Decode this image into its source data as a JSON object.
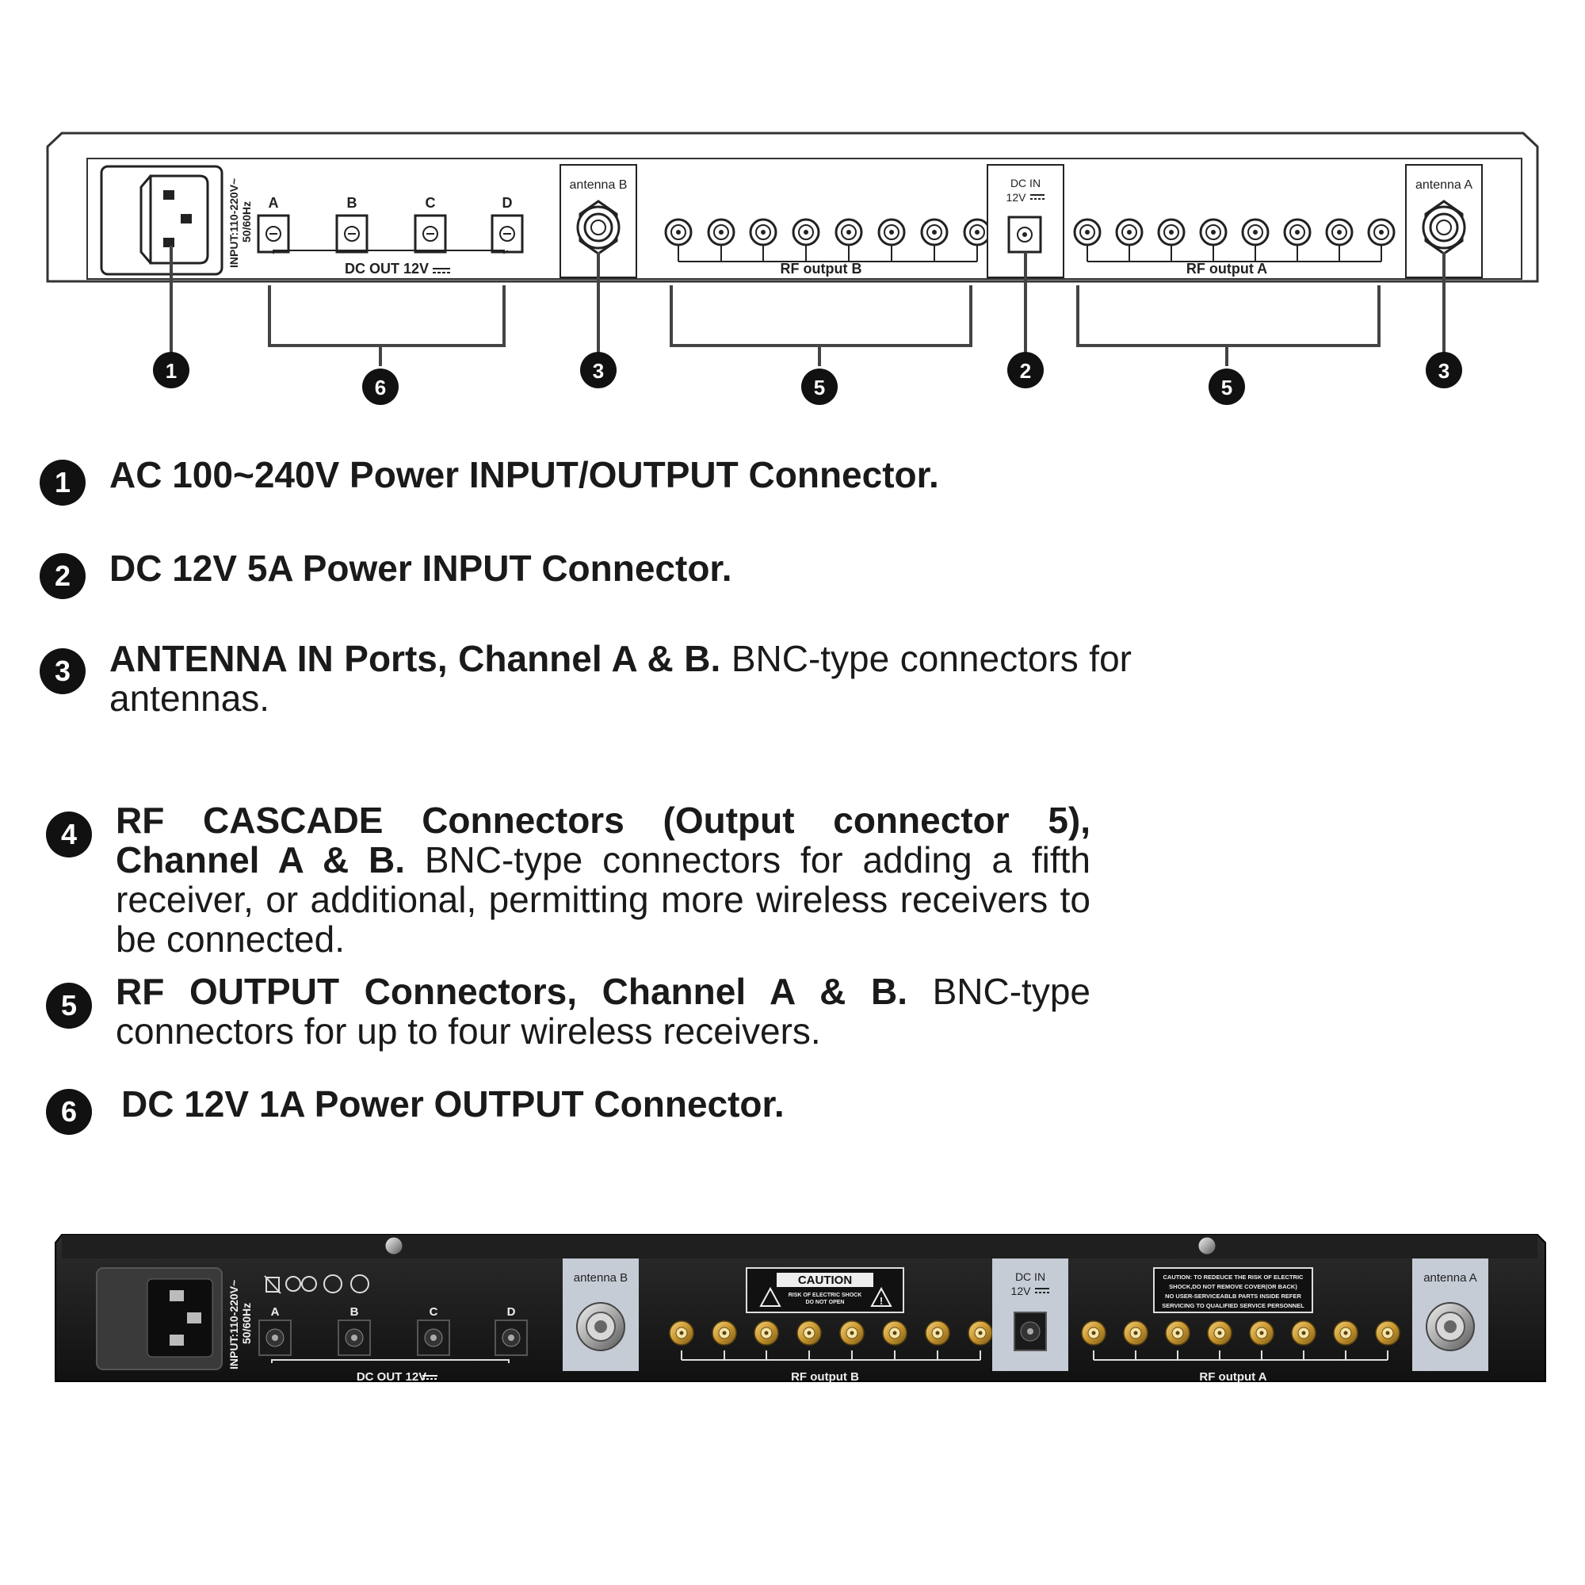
{
  "diagram": {
    "input_label_l1": "INPUT:110-220V~",
    "input_label_l2": "50/60Hz",
    "dc_ports": [
      "A",
      "B",
      "C",
      "D"
    ],
    "dc_out_label": "DC OUT 12V",
    "antenna_b": "antenna B",
    "antenna_a": "antenna A",
    "rf_output_b": "RF output B",
    "rf_output_a": "RF output A",
    "dc_in_l1": "DC IN",
    "dc_in_l2": "12V",
    "callouts": [
      "1",
      "6",
      "3",
      "5",
      "2",
      "5",
      "3"
    ]
  },
  "legend": [
    {
      "num": "1",
      "bold": "AC 100~240V  Power INPUT/OUTPUT Connector.",
      "rest": ""
    },
    {
      "num": "2",
      "bold": "DC 12V 5A  Power INPUT Connector.",
      "rest": ""
    },
    {
      "num": "3",
      "bold": "ANTENNA IN Ports, Channel A & B.",
      "rest": " BNC-type connectors for antennas."
    },
    {
      "num": "4",
      "bold": "RF CASCADE Connectors (Output connector 5), Channel A & B.",
      "rest": " BNC-type connectors for adding a fifth receiver, or additional, permitting more wireless receivers to be connected."
    },
    {
      "num": "5",
      "bold": "RF OUTPUT Connectors, Channel A & B.",
      "rest": " BNC-type connectors for up to four wireless receivers."
    },
    {
      "num": "6",
      "bold": "DC 12V 1A  Power OUTPUT Connector.",
      "rest": ""
    }
  ],
  "photo": {
    "input_label_l1": "INPUT:110-220V~",
    "input_label_l2": "50/60Hz",
    "dc_ports": [
      "A",
      "B",
      "C",
      "D"
    ],
    "dc_out_label": "DC OUT 12V",
    "antenna_b": "antenna B",
    "antenna_a": "antenna A",
    "rf_output_b": "RF output B",
    "rf_output_a": "RF output A",
    "dc_in_l1": "DC IN",
    "dc_in_l2": "12V",
    "caution_title": "CAUTION",
    "caution_l1": "RISK OF ELECTRIC SHOCK",
    "caution_l2": "DO NOT OPEN",
    "warning_l1": "CAUTION: TO REDEUCE THE RISK OF ELECTRIC",
    "warning_l2": "SHOCK,DO NOT REMOVE COVER(OR BACK)",
    "warning_l3": "NO USER-SERVICEABLB PARTS INSIDE REFER",
    "warning_l4": "SERVICING TO QUALIFIED SERVICE PERSONNEL"
  }
}
